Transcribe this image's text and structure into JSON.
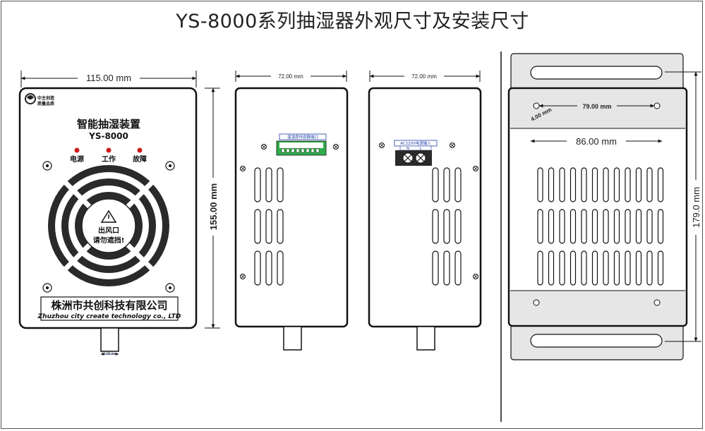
{
  "title": "YS-8000系列抽湿器外观尺寸及安装尺寸",
  "front": {
    "logo_line1": "中主创造",
    "logo_line2": "质量品质",
    "product_name": "智能抽湿装置",
    "model": "YS-8000",
    "indicators": [
      "电源",
      "工作",
      "故障"
    ],
    "outlet_line1": "出风口",
    "outlet_line2": "请勿遮挡!",
    "company_cn": "株洲市共创科技有限公司",
    "company_en": "Zhuzhou city create technology co., LTD",
    "width_dim": "115.00 mm",
    "height_dim": "155.00 mm",
    "pipe_dim": "10.00 mm"
  },
  "side_left": {
    "width_dim": "72.00 mm",
    "connector_label": "温湿度传感器端口"
  },
  "side_right": {
    "width_dim": "72.00 mm",
    "power_label": "AC220V电源输入",
    "terminal_labels": [
      "N",
      "L"
    ]
  },
  "back": {
    "hole_spacing_dim": "79.00 mm",
    "hole_dia_dim": "4.00 mm",
    "slot_spacing_dim": "86.00 mm",
    "height_dim": "179.0 mm"
  },
  "colors": {
    "line": "#111111",
    "indicator": "#d11a1a",
    "connector": "#2eae4a",
    "label_box": "#1f3fa8",
    "bracket": "#e6e6e6"
  }
}
